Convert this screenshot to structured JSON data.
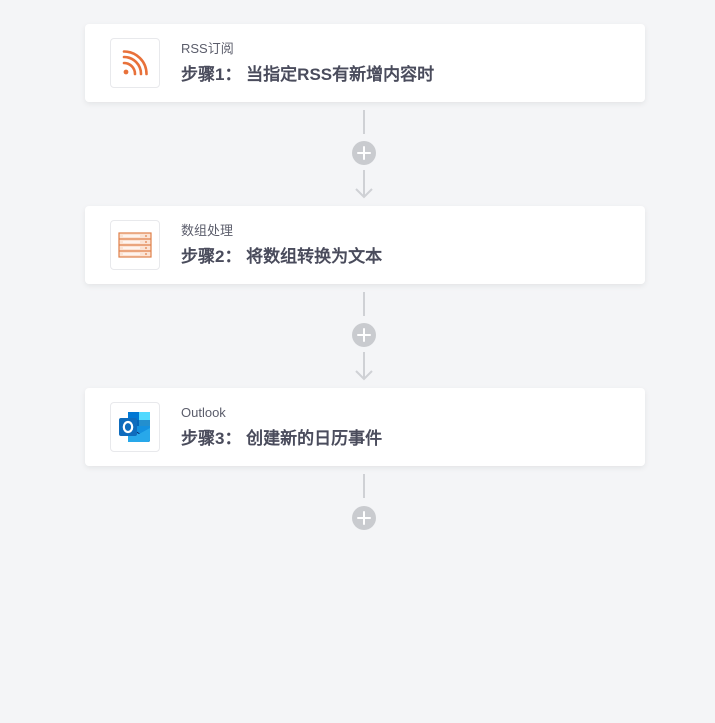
{
  "workflow": {
    "steps": [
      {
        "app_name": "RSS订阅",
        "title": "步骤1： 当指定RSS有新增内容时",
        "icon": "rss-icon",
        "icon_color": "#e8713a"
      },
      {
        "app_name": "数组处理",
        "title": "步骤2： 将数组转换为文本",
        "icon": "array-list-icon",
        "icon_color": "#e0804a"
      },
      {
        "app_name": "Outlook",
        "title": "步骤3： 创建新的日历事件",
        "icon": "outlook-icon",
        "icon_color": "#0a64c8"
      }
    ],
    "connector_color": "#cfd1d5",
    "add_button_color": "#c9cbcf"
  }
}
